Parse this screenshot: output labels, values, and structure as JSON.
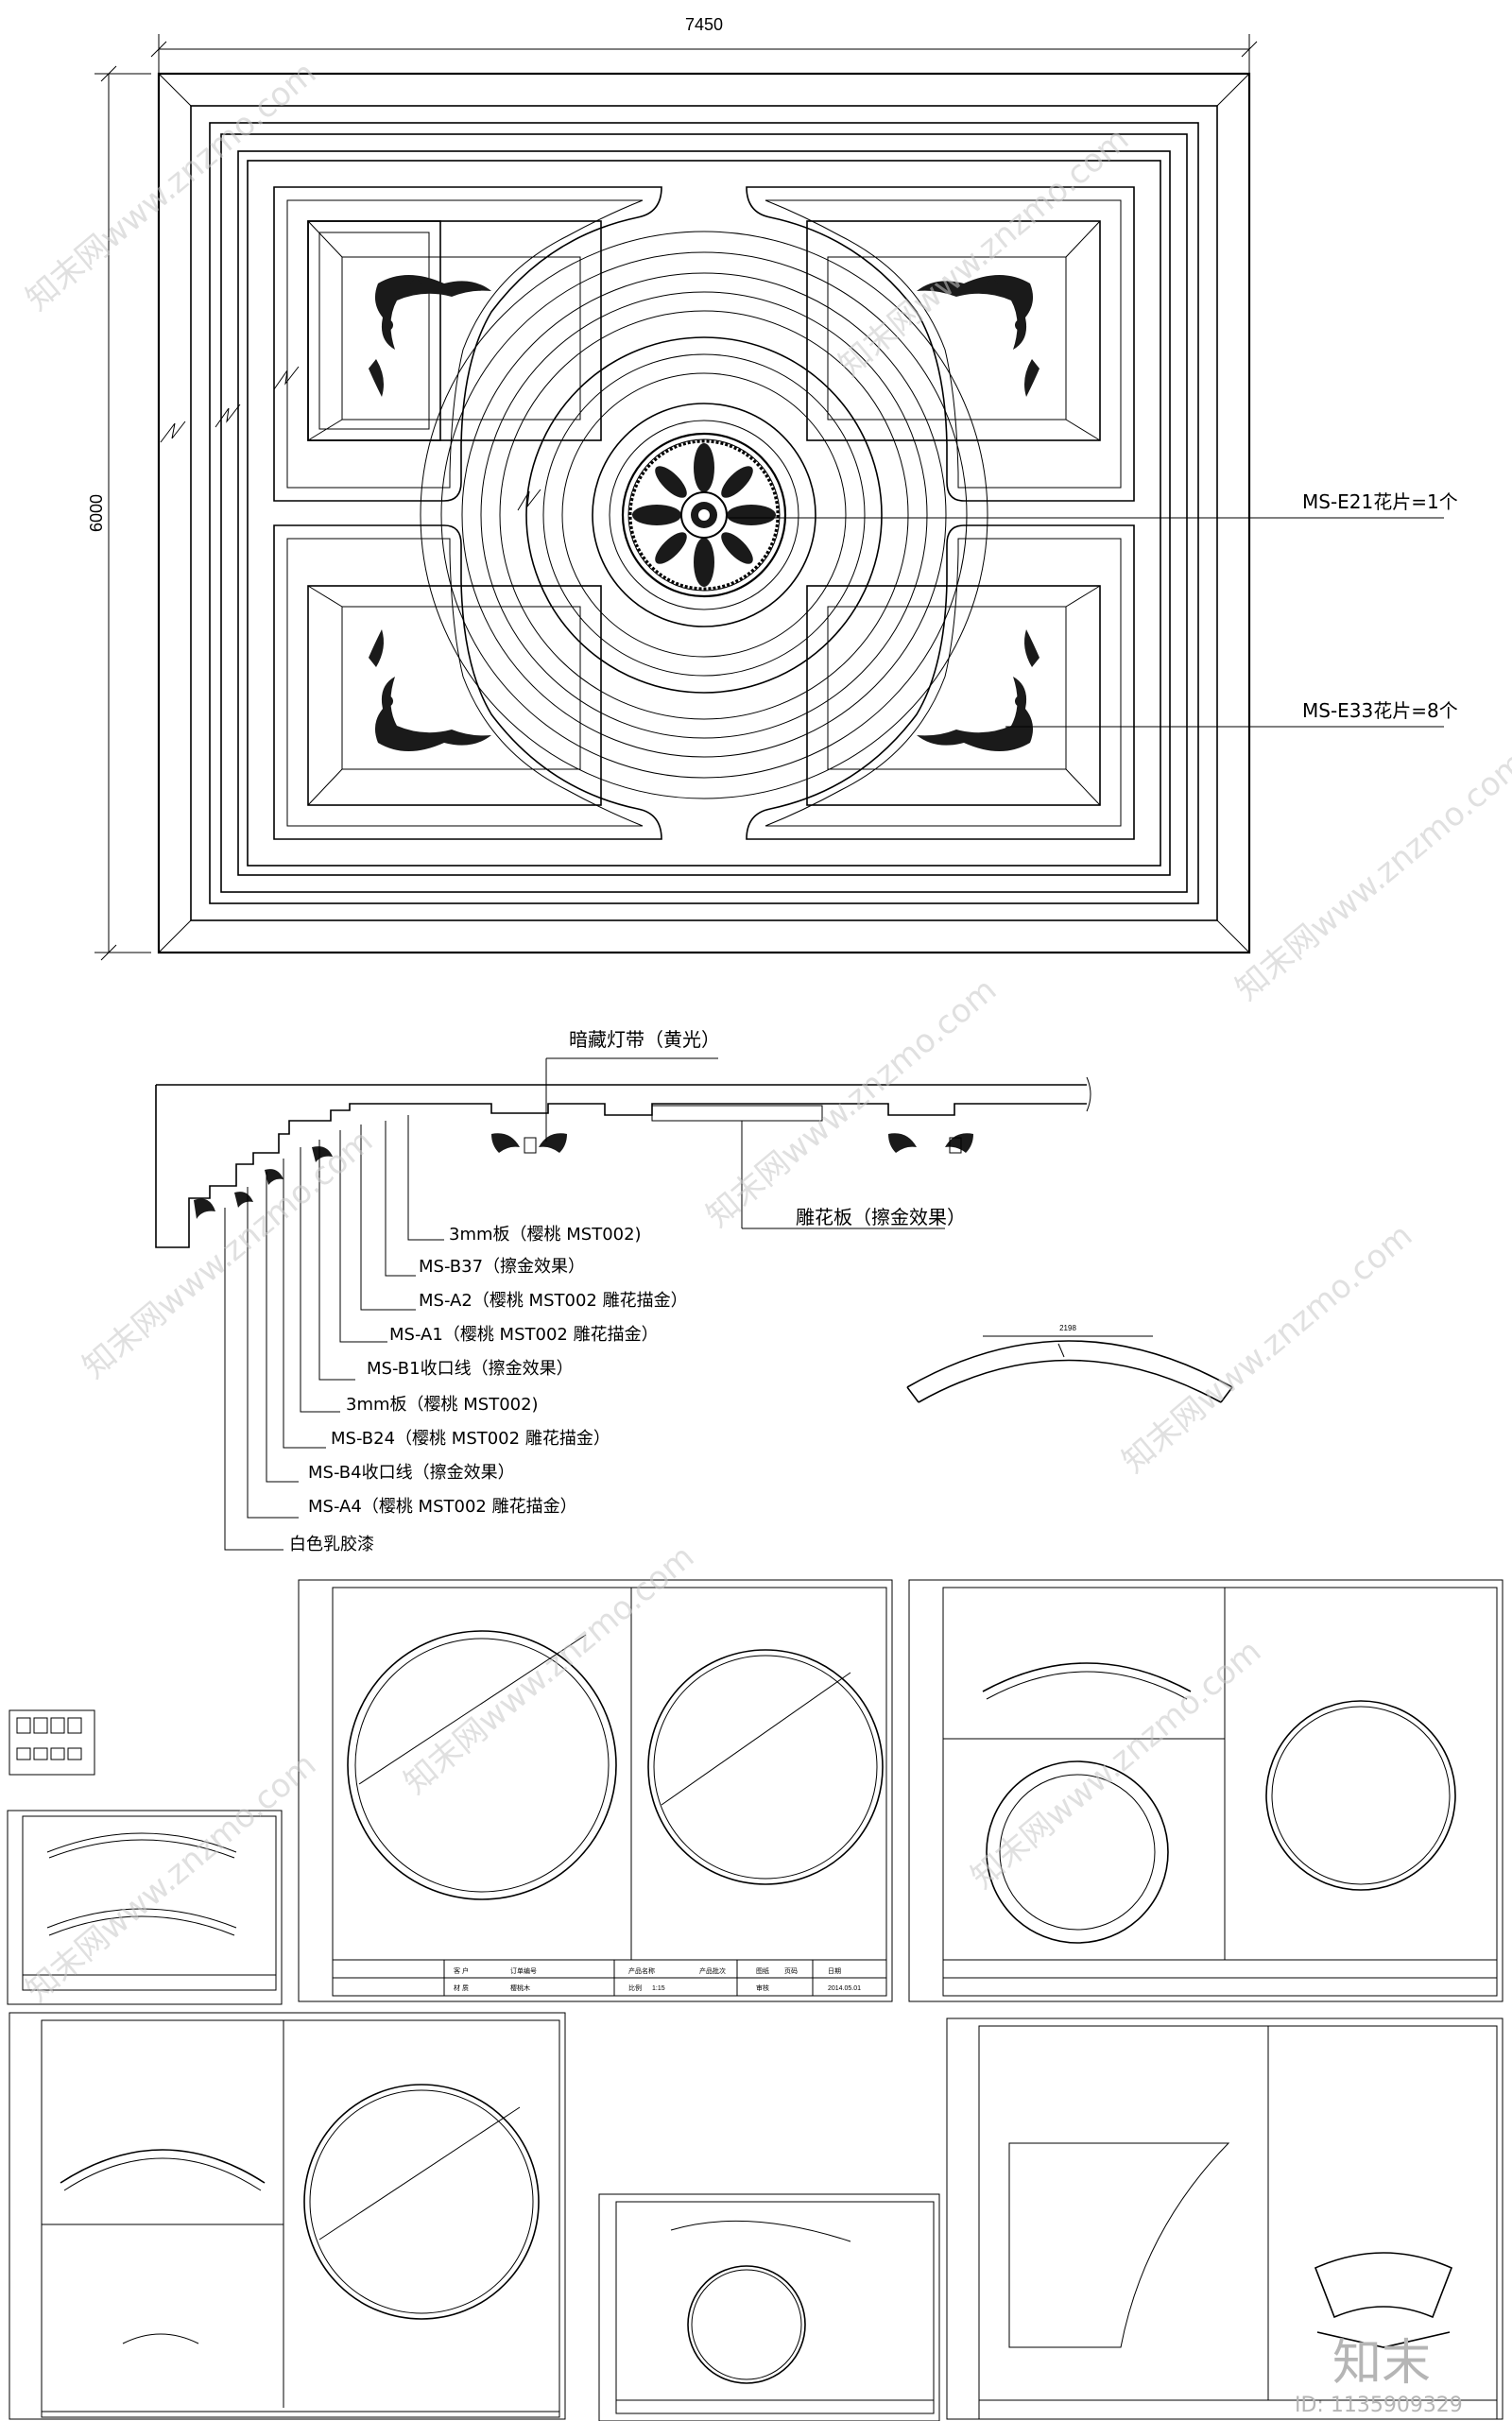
{
  "plan": {
    "dim_width": "7450",
    "dim_height": "6000",
    "callouts": [
      "MS-E21花片=1个",
      "MS-E33花片=8个"
    ]
  },
  "section": {
    "top_label": "暗藏灯带（黄光）",
    "right_label": "雕花板（擦金效果）",
    "labels": [
      "3mm板（樱桃 MST002)",
      "MS-B37（擦金效果）",
      "MS-A2（樱桃 MST002 雕花描金）",
      "MS-A1（樱桃 MST002 雕花描金）",
      "MS-B1收口线（擦金效果）",
      "3mm板（樱桃 MST002)",
      "MS-B24（樱桃 MST002 雕花描金）",
      "MS-B4收口线（擦金效果）",
      "MS-A4（樱桃 MST002 雕花描金）",
      "白色乳胶漆"
    ],
    "arc_dim": "2198"
  },
  "sheets": {
    "title_block_cells": [
      "客 户",
      "订单编号",
      "产品名称",
      "产品批次",
      "图纸",
      "页码",
      "日期",
      "材 质",
      "樱桃木",
      "比例",
      "1:15",
      "审核",
      "2014.05.01"
    ]
  },
  "watermark": {
    "text": "知末网www.znzmo.com",
    "logo": "知末",
    "id_text": "ID: 1135909329"
  }
}
